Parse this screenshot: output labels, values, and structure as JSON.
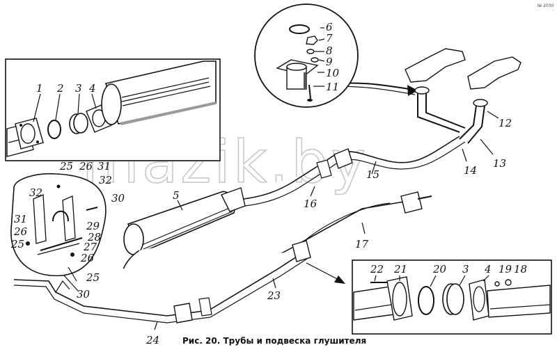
{
  "watermark": "mazik.by",
  "corner_mark": "№ 2030",
  "caption": "Рис. 20. Трубы и подвеска глушителя",
  "labels": {
    "l1": "1",
    "l2": "2",
    "l3": "3",
    "l4": "4",
    "l5": "5",
    "l6": "6",
    "l7": "7",
    "l8": "8",
    "l9": "9",
    "l10": "10",
    "l11": "11",
    "l12": "12",
    "l13": "13",
    "l14": "14",
    "l15": "15",
    "l16": "16",
    "l17": "17",
    "l18": "18",
    "l19": "19",
    "l20": "20",
    "l21": "21",
    "l22": "22",
    "l23": "23",
    "l24": "24",
    "l25a": "25",
    "l25b": "25",
    "l25c": "25",
    "l26a": "26",
    "l26b": "26",
    "l26c": "26",
    "l27": "27",
    "l28": "28",
    "l29": "29",
    "l30a": "30",
    "l30b": "30",
    "l31a": "31",
    "l31b": "31",
    "l32a": "32",
    "l32b": "32",
    "l3b": "3",
    "l4b": "4"
  }
}
